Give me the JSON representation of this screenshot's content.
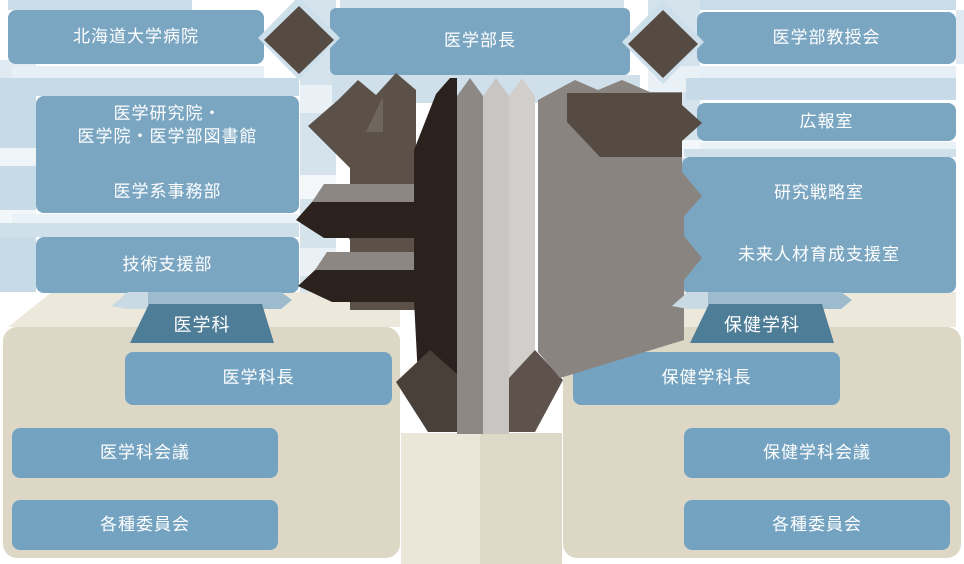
{
  "colors": {
    "node_blue": "#7aa6c2",
    "inner_node_blue": "#74a3c1",
    "tab_blue": "#4d7d97",
    "ribbon_blue": "#9cbbcd",
    "panel_beige": "#ddd7c5",
    "echo_blue": "#cfe0eb",
    "accent_dark_taupe": "#564b43",
    "accent_black": "#2c221d",
    "accent_gray": "#8e8885"
  },
  "org_chart": {
    "dean": {
      "label": "医学部長"
    },
    "left_column": {
      "hospital": {
        "label": "北海道大学病院"
      },
      "research_group": {
        "line1": "医学研究院・",
        "line2": "医学院・医学部図書館"
      },
      "admin": {
        "label": "医学系事務部"
      },
      "tech_support": {
        "label": "技術支援部"
      }
    },
    "right_column": {
      "faculty_council": {
        "label": "医学部教授会"
      },
      "public_relations": {
        "label": "広報室"
      },
      "research_strategy": {
        "label": "研究戦略室"
      },
      "future_hr": {
        "label": "未来人材育成支援室"
      }
    },
    "medicine_section": {
      "tab": "医学科",
      "head": "医学科長",
      "council": "医学科会議",
      "committees": "各種委員会"
    },
    "health_section": {
      "tab": "保健学科",
      "head": "保健学科長",
      "council": "保健学科会議",
      "committees": "各種委員会"
    }
  }
}
